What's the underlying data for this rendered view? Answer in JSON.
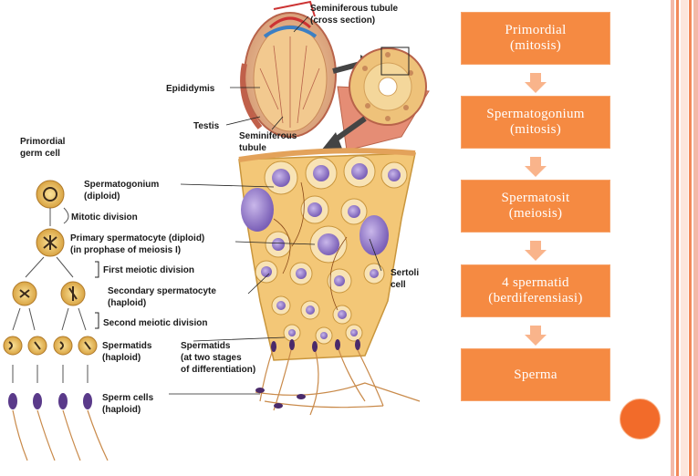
{
  "figure": {
    "labels": {
      "seminiferous_cross": "Seminiferous tubule\n(cross section)",
      "epididymis": "Epididymis",
      "testis": "Testis",
      "seminiferous_tubule": "Seminiferous\ntubule",
      "primordial_germ_cell": "Primordial\ngerm cell",
      "spermatogonium": "Spermatogonium\n(diploid)",
      "mitotic_division": "Mitotic division",
      "primary_spermatocyte": "Primary spermatocyte (diploid)\n(in prophase of meiosis I)",
      "first_meiotic_division": "First meiotic division",
      "secondary_spermatocyte": "Secondary spermatocyte\n(haploid)",
      "sertoli_cell": "Sertoli\ncell",
      "second_meiotic_division": "Second meiotic division",
      "spermatids": "Spermatids\n(haploid)",
      "spermatids_stages": "Spermatids\n(at two stages\nof differentiation)",
      "sperm_cells": "Sperm cells\n(haploid)"
    }
  },
  "flow": {
    "steps": [
      {
        "line1": "Primordial",
        "line2": "(mitosis)"
      },
      {
        "line1": "Spermatogonium",
        "line2": "(mitosis)"
      },
      {
        "line1": "Spermatosit",
        "line2": "(meiosis)"
      },
      {
        "line1": "4 spermatid",
        "line2": "(berdiferensiasi)"
      },
      {
        "line1": "Sperma",
        "line2": ""
      }
    ]
  },
  "colors": {
    "step_fill": "#f58a42",
    "arrow_fill": "#f9b48b",
    "circle_fill": "#f26b2a",
    "border_pink": "#f3b9a8",
    "border_orange": "#f28a5a"
  }
}
